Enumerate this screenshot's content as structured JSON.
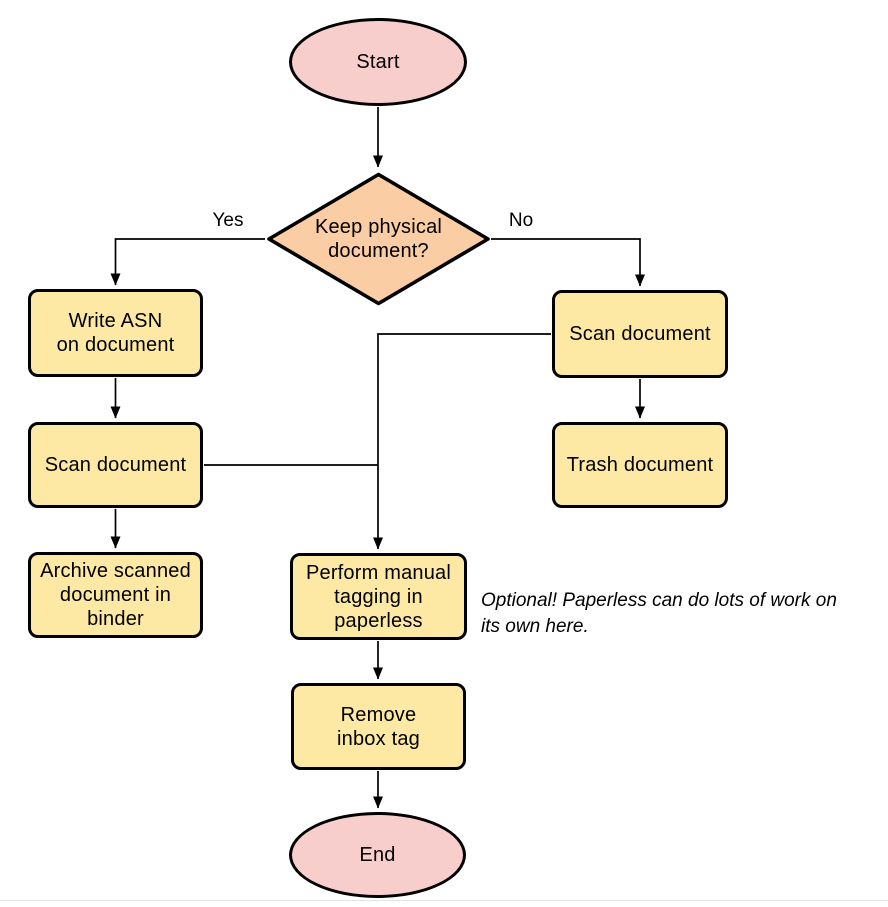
{
  "diagram": {
    "colors": {
      "terminal_fill": "#f8cecc",
      "decision_fill": "#fbcda4",
      "process_fill": "#fde8a4",
      "line": "#000000"
    },
    "nodes": {
      "start": {
        "shape": "ellipse",
        "lines": [
          "Start"
        ]
      },
      "keep_decision": {
        "shape": "diamond",
        "lines": [
          "Keep physical",
          "document?"
        ]
      },
      "write_asn": {
        "shape": "rect",
        "lines": [
          "Write ASN",
          "on document"
        ]
      },
      "scan_keep": {
        "shape": "rect",
        "lines": [
          "Scan document"
        ]
      },
      "archive_binder": {
        "shape": "rect",
        "lines": [
          "Archive scanned",
          "document in",
          "binder"
        ]
      },
      "scan_discard": {
        "shape": "rect",
        "lines": [
          "Scan document"
        ]
      },
      "trash": {
        "shape": "rect",
        "lines": [
          "Trash document"
        ]
      },
      "manual_tagging": {
        "shape": "rect",
        "lines": [
          "Perform manual",
          "tagging in",
          "paperless"
        ]
      },
      "remove_inbox_tag": {
        "shape": "rect",
        "lines": [
          "Remove",
          "inbox tag"
        ]
      },
      "end": {
        "shape": "ellipse",
        "lines": [
          "End"
        ]
      }
    },
    "edge_labels": {
      "yes": "Yes",
      "no": "No"
    },
    "note": {
      "lines": [
        "Optional! Paperless can do lots of work on",
        "its own here."
      ]
    }
  }
}
